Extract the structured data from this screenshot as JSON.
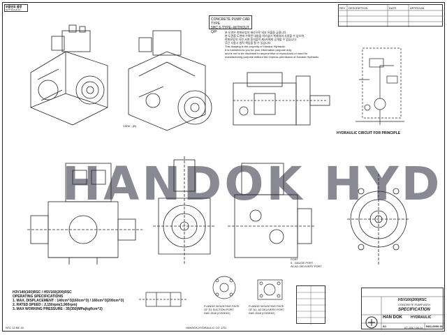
{
  "corner_tag": "부품번호 품명",
  "corner_sub": "NOT SCALE A3",
  "title_box": {
    "line1": "CONCRETE PUMP CAR TYPE",
    "line2": "5HC 6-TYPE–WITHOUT Q/P"
  },
  "confidential": {
    "ko1": "본 도면은 한화유압의 재산으로 외부 유출을 금합니다.",
    "ko2": "본 도면을 도면에 수록된 내용을 허가없이 복제하여 사용할 수 없으며,",
    "ko3": "한화유압의 사전 서면 동의없이 제3자에게 공개할 수 없습니다.",
    "ko4": "무단 사용시 법적 책임을 질 수 있습니다.",
    "en1": "This drawing is the property of Handok Hydraulic.",
    "en2": "It is furnished to you for your information purpose only",
    "en3": "and is not to be disclosed to anyone else or reproduced or used for",
    "en4": "manufacturing purpose without the express permission of Handok Hydraulic."
  },
  "revision_labels": {
    "rev": "REV",
    "desc": "DESCRIPTION",
    "date": "DATE",
    "approval": "APPROVAL"
  },
  "view_label": "VIEW - (B)",
  "circuit_title": "HYDRAULIC CIRCUIT FOR PRINCIPLE",
  "watermark": "HANDOK HYD",
  "specs": {
    "model": "H3V140(160)RSC / H5V160(200)RSC",
    "heading": "OPERATING SPECIFICATIONS",
    "line1": "1. MAX. DISPLACEMENT : 140cm^3(160cm^3) / 160cm^3(200cm^3)",
    "line2": "2. RATED SPEED : 2,150rpm(1,900rpm)",
    "line3": "3. MAX WORKING PRESSURE : 35(350)MPa(kgf/cm^2)"
  },
  "flange_left": {
    "line1": "FLANGE MOUNTING FACE",
    "line2": "OF S1 SUCTION PORT",
    "line3": "SAE J518 (CODE61)"
  },
  "flange_right": {
    "line1": "FLANGE MOUNTING FACE",
    "line2": "OF A1, A2 DELIVERY PORT",
    "line3": "SAE J518 (CODE62)"
  },
  "gauge_note": {
    "line1": "PORT",
    "line2": "5 - GAUGE PORT",
    "line3": "A1,A2: DELIVERY PORT"
  },
  "bottom_left": "NTC 12 BE 16",
  "bottom_center": "HANDOK HYDRAULIC CO.,LTD",
  "bottom_right": "KT-2017-04-11",
  "title_block": {
    "model": "HSV160(200)RSC",
    "sub": "CONCRETE PUMP ASSY",
    "spec_word": "SPECIFICATION",
    "company1": "HAN DOK",
    "company2": "HYDRAULIC",
    "sheet": "A1",
    "drawing_no": "HA1-0000-01"
  }
}
